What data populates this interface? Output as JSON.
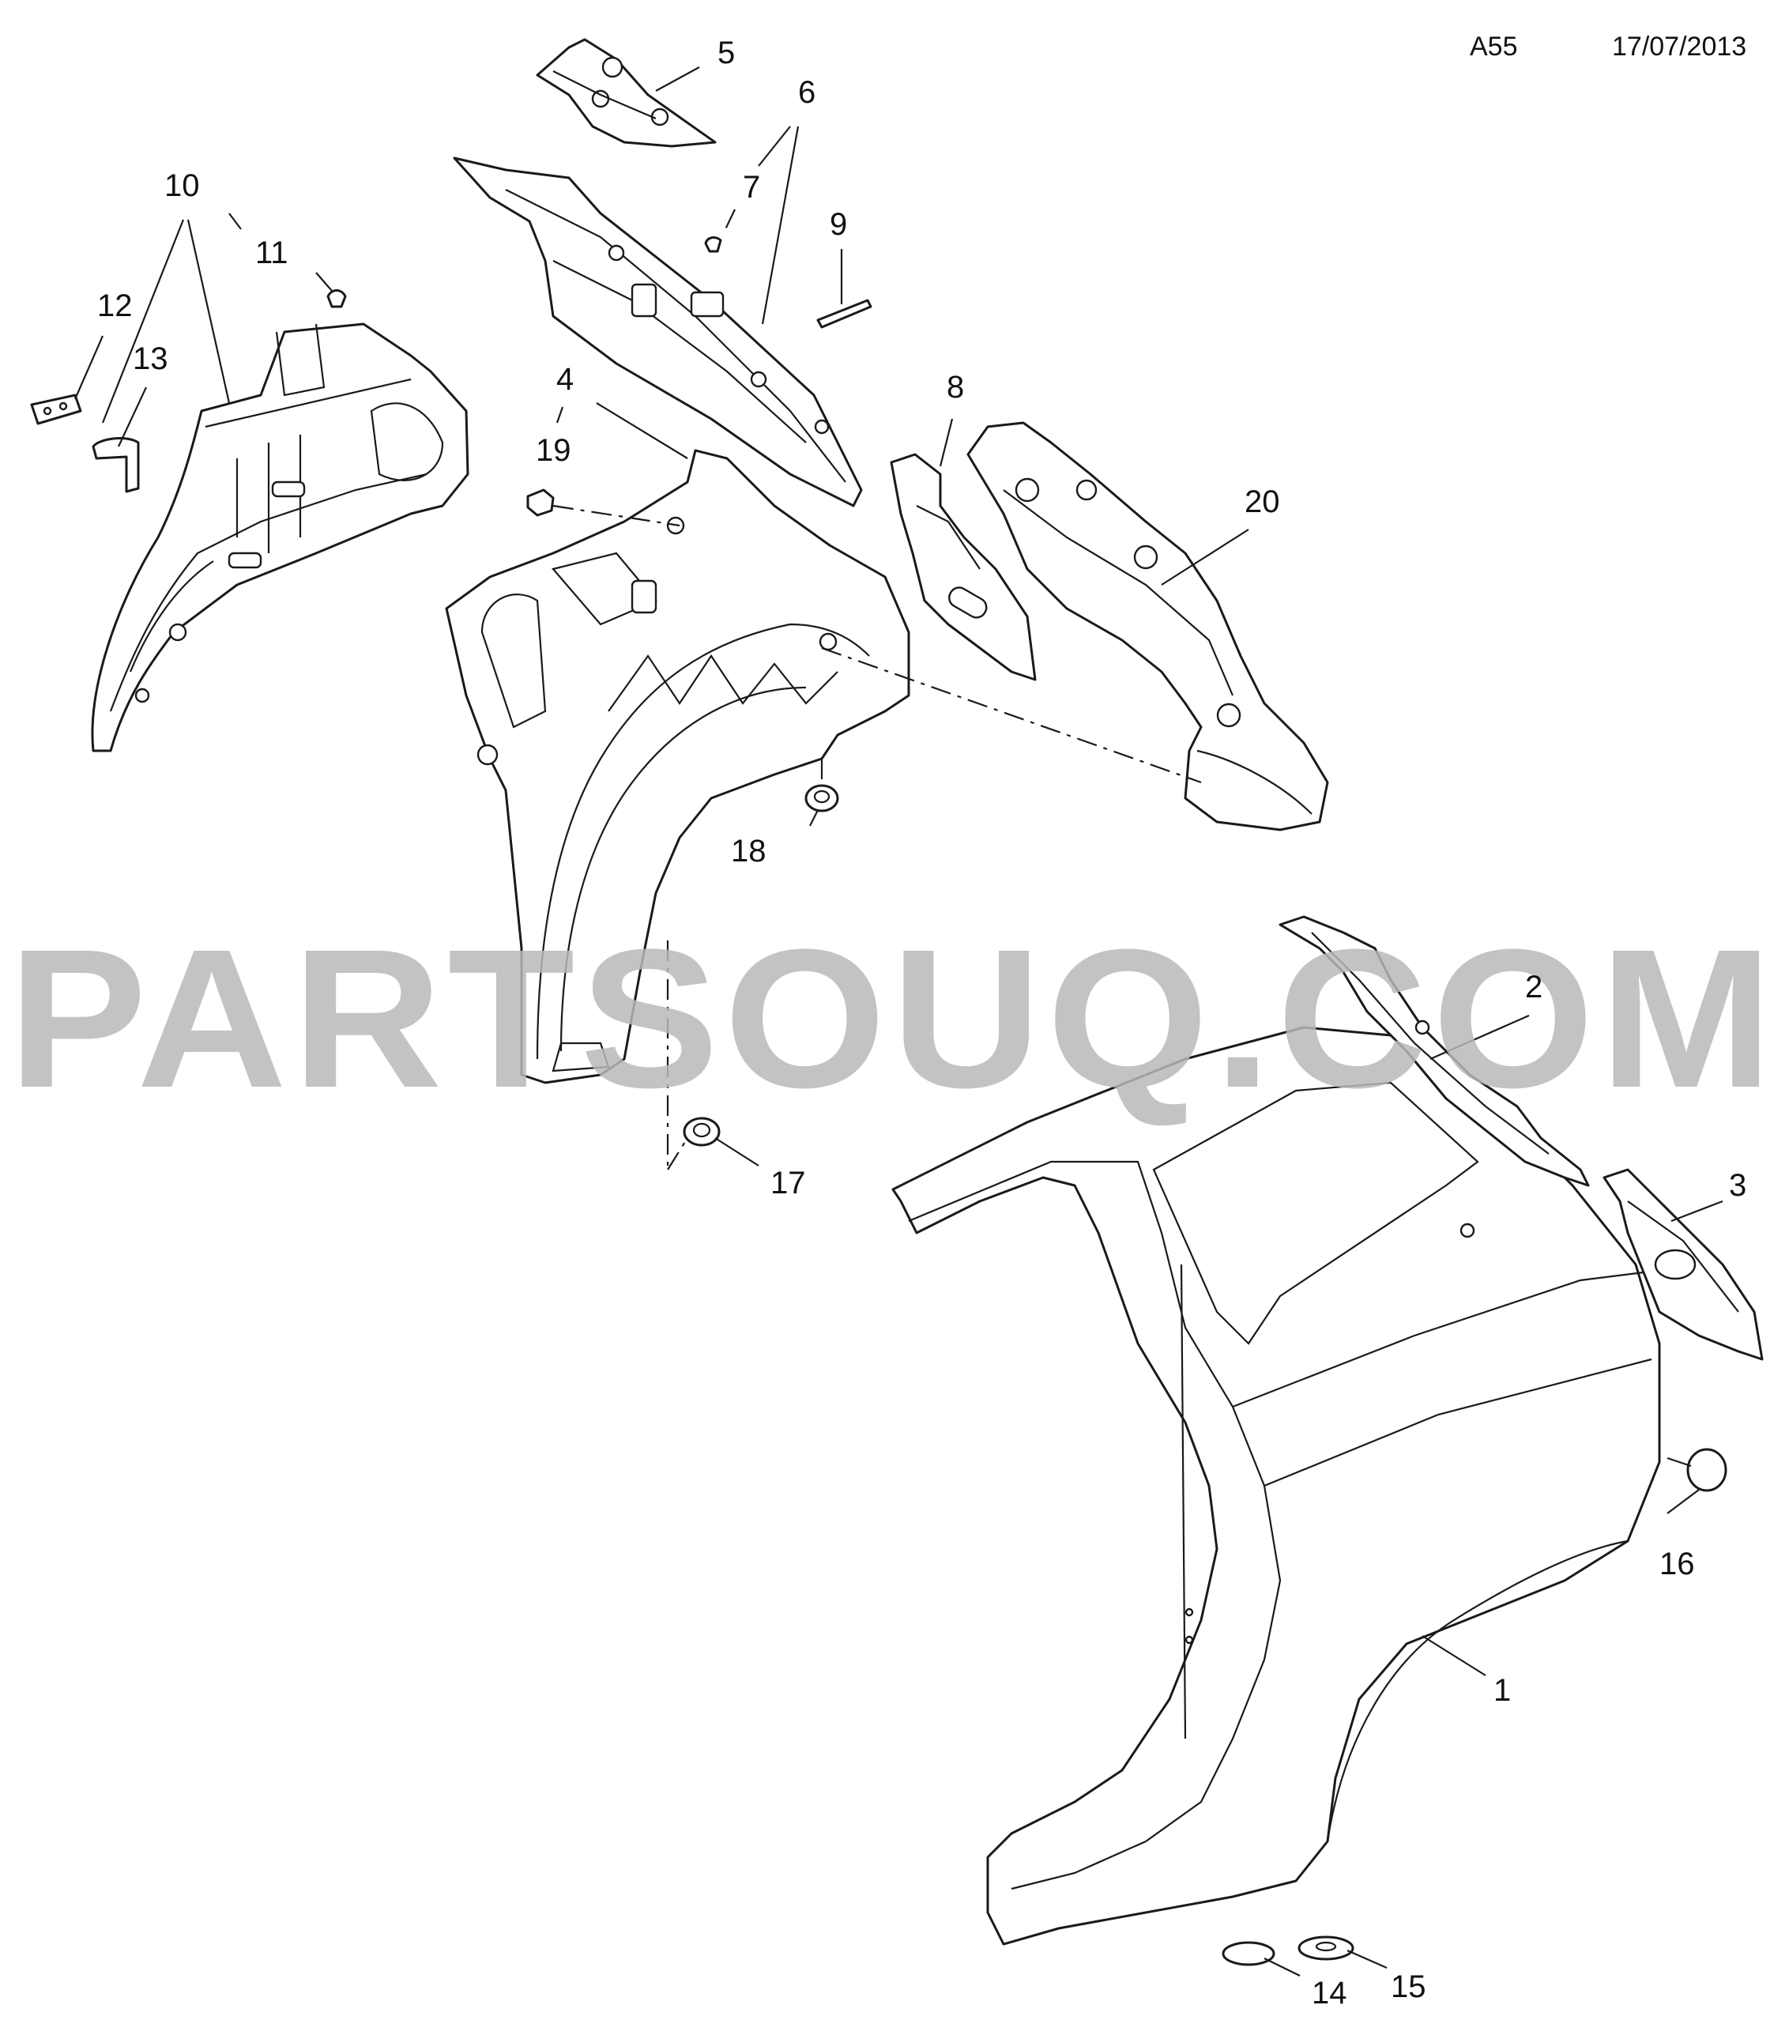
{
  "header": {
    "code": "A55",
    "date": "17/07/2013"
  },
  "watermark": "PARTSOUQ.COM",
  "callouts": {
    "c1": "1",
    "c2": "2",
    "c3": "3",
    "c4": "4",
    "c5": "5",
    "c6": "6",
    "c7": "7",
    "c8": "8",
    "c9": "9",
    "c10": "10",
    "c11": "11",
    "c12": "12",
    "c13": "13",
    "c14": "14",
    "c15": "15",
    "c16": "16",
    "c17": "17",
    "c18": "18",
    "c19": "19",
    "c20": "20"
  }
}
